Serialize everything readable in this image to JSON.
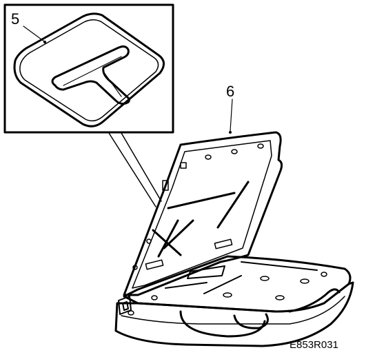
{
  "callouts": {
    "item_5": "5",
    "item_6": "6"
  },
  "figure_code": "E853R031",
  "colors": {
    "ink": "#000000",
    "paper": "#ffffff"
  }
}
